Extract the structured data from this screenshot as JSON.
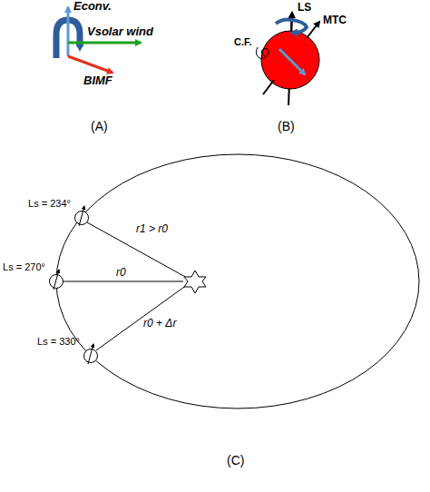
{
  "diagram": {
    "nodes": [
      {
        "text": [
          "Ls = 234°"
        ]
      },
      {
        "text": [
          "Ls = 270°"
        ]
      },
      {
        "text": [
          "Ls = 330°"
        ]
      }
    ],
    "labels": [
      "Econv.",
      "Vsolar wind",
      "BIMF",
      "(A)",
      "LS",
      "MTC",
      "C.F.",
      "(B)",
      "r1 > r0",
      "r0",
      "r0 + Δr",
      "(C)"
    ]
  }
}
